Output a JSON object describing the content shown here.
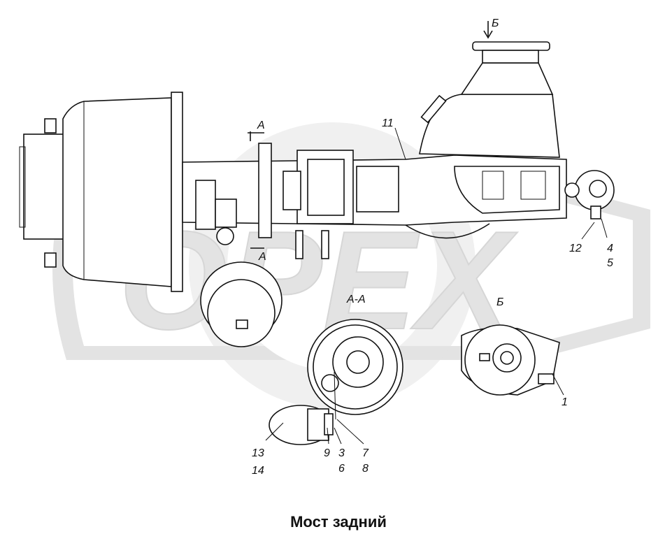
{
  "title": "Мост задний",
  "watermark": "OPEX",
  "section_labels": {
    "section_a_top": "A",
    "section_a_bottom": "A",
    "section_b_arrow": "Б",
    "view_aa": "A-A",
    "view_b": "Б"
  },
  "callouts": {
    "c1": "1",
    "c3": "3",
    "c4": "4",
    "c5": "5",
    "c6": "6",
    "c7": "7",
    "c8": "8",
    "c9": "9",
    "c11": "11",
    "c12": "12",
    "c13": "13",
    "c14": "14"
  },
  "colors": {
    "line": "#111111",
    "watermark": "#e3e3e3",
    "background": "#ffffff"
  }
}
